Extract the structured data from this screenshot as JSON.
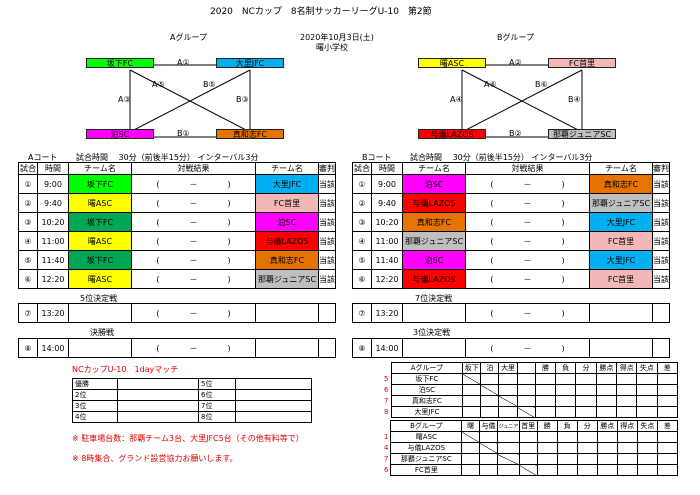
{
  "title": "2020　NCカップ　8名制サッカーリーグU-10　第2節",
  "date": "2020年10月3日(土)",
  "venue": "曙小学校",
  "groupA": {
    "label": "Aグループ",
    "teams": {
      "tl": "坂下FC",
      "tr": "大里JFC",
      "bl": "泊SC",
      "br": "真和志FC"
    },
    "edges": {
      "top": "A①",
      "bottom": "B①",
      "left": "A③",
      "right": "B③",
      "d1": "A⑤",
      "d2": "B⑤"
    }
  },
  "groupB": {
    "label": "Bグループ",
    "teams": {
      "tl": "曙ASC",
      "tr": "FC首里",
      "bl": "与儀LAZOS",
      "br": "那覇ジュニアSC"
    },
    "edges": {
      "top": "A②",
      "bottom": "B②",
      "left": "A④",
      "right": "B④",
      "d1": "A⑥",
      "d2": "B⑥"
    }
  },
  "courtA": {
    "heading": "Aコート　　 試合時間　 30分（前後半15分） インターバル3分",
    "cols": [
      "試合",
      "時間",
      "チーム名",
      "対戦結果",
      "チーム名",
      "審判"
    ],
    "rows": [
      {
        "n": "①",
        "time": "9:00",
        "home": "坂下FC",
        "away": "大里JFC",
        "ref": "当該"
      },
      {
        "n": "②",
        "time": "9:40",
        "home": "曙ASC",
        "away": "FC首里",
        "ref": "当該"
      },
      {
        "n": "③",
        "time": "10:20",
        "home": "坂下FC",
        "away": "泊SC",
        "ref": "当該"
      },
      {
        "n": "④",
        "time": "11:00",
        "home": "曙ASC",
        "away": "与儀LAZOS",
        "ref": "当該"
      },
      {
        "n": "⑤",
        "time": "11:40",
        "home": "坂下FC",
        "away": "真和志FC",
        "ref": "当該"
      },
      {
        "n": "⑥",
        "time": "12:20",
        "home": "曙ASC",
        "away": "那覇ジュニアSC",
        "ref": "当該"
      }
    ],
    "final1_label": "5位決定戦",
    "final1": {
      "n": "⑦",
      "time": "13:20"
    },
    "final2_label": "決勝戦",
    "final2": {
      "n": "⑧",
      "time": "14:00"
    }
  },
  "courtB": {
    "heading": "Bコート　　 試合時間　 30分（前後半15分） インターバル3分",
    "cols": [
      "試合",
      "時間",
      "チーム名",
      "対戦結果",
      "チーム名",
      "審判"
    ],
    "rows": [
      {
        "n": "①",
        "time": "9:00",
        "home": "泊SC",
        "away": "真和志FC",
        "ref": "当該"
      },
      {
        "n": "②",
        "time": "9:40",
        "home": "与儀LAZOS",
        "away": "那覇ジュニアSC",
        "ref": "当該"
      },
      {
        "n": "③",
        "time": "10:20",
        "home": "真和志FC",
        "away": "大里JFC",
        "ref": "当該"
      },
      {
        "n": "④",
        "time": "11:00",
        "home": "那覇ジュニアSC",
        "away": "FC首里",
        "ref": "当該"
      },
      {
        "n": "⑤",
        "time": "11:40",
        "home": "泊SC",
        "away": "大里JFC",
        "ref": "当該"
      },
      {
        "n": "⑥",
        "time": "12:20",
        "home": "与儀LAZOS",
        "away": "FC首里",
        "ref": "当該"
      }
    ],
    "final1_label": "7位決定戦",
    "final1": {
      "n": "⑦",
      "time": "13:20"
    },
    "final2_label": "3位決定戦",
    "final2": {
      "n": "⑧",
      "time": "14:00"
    }
  },
  "score_paren_open": "(",
  "score_dash": "－",
  "score_paren_close": ")",
  "cup_label": "NCカップU-10　1dayマッチ",
  "ranking": {
    "header": "優勝",
    "left": [
      "2位",
      "3位",
      "4位"
    ],
    "right": [
      "5位",
      "6位",
      "7位",
      "8位"
    ]
  },
  "notes": [
    "※ 駐車場台数：那覇チーム3台、大里JFC5台（その他有料等で）",
    "※ 8時集合、グランド設営協力お願いします。"
  ],
  "standingsA": {
    "label": "Aグループ",
    "headers": [
      "坂下",
      "泊",
      "大里",
      "",
      "勝",
      "負",
      "分",
      "勝点",
      "得点",
      "失点",
      "差"
    ],
    "teams": [
      "坂下FC",
      "泊SC",
      "真和志FC",
      "大里JFC"
    ],
    "nums": [
      "5",
      "6",
      "7",
      "8"
    ]
  },
  "standingsB": {
    "label": "Bグループ",
    "headers": [
      "曙",
      "与儀",
      "ジュニア",
      "首里",
      "勝",
      "負",
      "分",
      "勝点",
      "得点",
      "失点",
      "差"
    ],
    "teams": [
      "曙ASC",
      "与儀LAZOS",
      "那覇ジュニアSC",
      "FC首里"
    ],
    "nums": [
      "1",
      "4",
      "7",
      "6"
    ]
  },
  "colors": {
    "pink": "#ff00ff",
    "lime": "#00ff00",
    "green": "#00a651",
    "yellow": "#ffff00",
    "red": "#ff0000",
    "orange": "#e67300",
    "cyan": "#00b0f0",
    "rose": "#f2b8b8",
    "gray": "#bfbfbf"
  }
}
